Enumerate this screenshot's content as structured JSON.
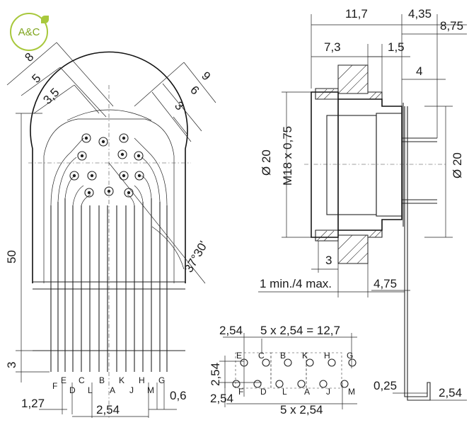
{
  "logo": {
    "text": "A&C",
    "color": "#a8c83c"
  },
  "front_view": {
    "dims": {
      "d8": "8",
      "d5": "5",
      "d3_5": "3,5",
      "d9": "9",
      "d6": "6",
      "d3": "3",
      "d50": "50",
      "d3_bottom": "3",
      "angle": "37°30'",
      "d1_27": "1,27",
      "d2_54": "2,54",
      "d0_6": "0,6"
    },
    "pin_labels_top": [
      "F",
      "E",
      "D",
      "C",
      "L",
      "B",
      "A",
      "K",
      "J",
      "H",
      "M",
      "G"
    ]
  },
  "side_view": {
    "dims": {
      "d11_7": "11,7",
      "d4_35": "4,35",
      "d8_75": "8,75",
      "d7_3": "7,3",
      "d1_5": "1,5",
      "d4": "4",
      "dia20_left": "Ø 20",
      "thread": "M18 x 0,75",
      "dia20_right": "Ø 20",
      "d3": "3",
      "panel": "1 min./4 max.",
      "d4_75": "4,75",
      "d0_25": "0,25",
      "d2_54": "2,54"
    }
  },
  "pcb_layout": {
    "dims": {
      "d2_54_top": "2,54",
      "top_span": "5 x 2,54 = 12,7",
      "d2_54_vert": "2,54",
      "d2_54_left": "2,54",
      "bottom_span": "5 x 2,54"
    },
    "row_top": [
      "E",
      "C",
      "B",
      "K",
      "H",
      "G"
    ],
    "row_bottom": [
      "F",
      "D",
      "L",
      "A",
      "J",
      "M"
    ]
  }
}
